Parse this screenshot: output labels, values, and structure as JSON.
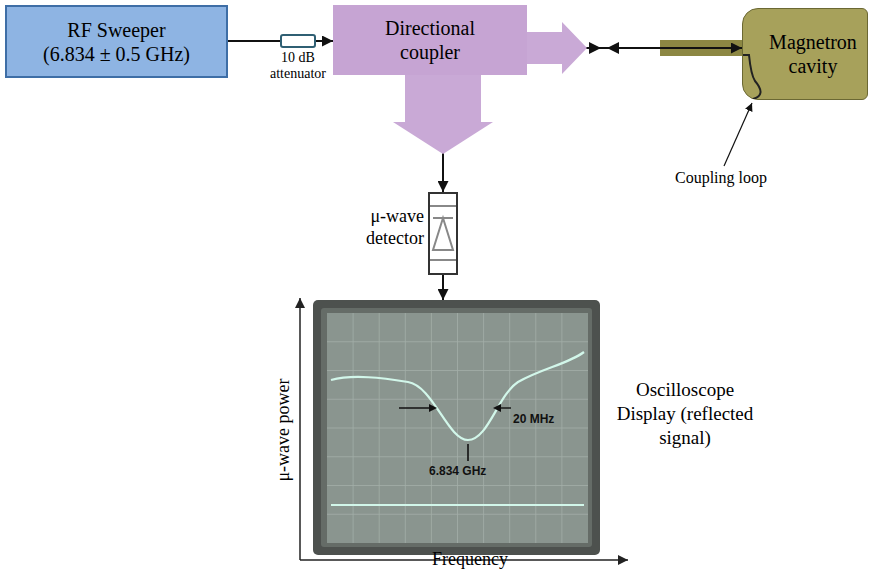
{
  "diagram": {
    "nodes": [
      {
        "text": [
          "RF Sweeper (6.834 ± 0.5 GHz)"
        ]
      },
      {
        "text": [
          "10 dB attenuator"
        ]
      },
      {
        "text": [
          "Directional coupler"
        ]
      },
      {
        "text": [
          "Magnetron cavity"
        ]
      },
      {
        "text": [
          "μ-wave detector"
        ]
      },
      {
        "text": [
          "20 MHz",
          "6.834 GHz",
          "Oscilloscope Display (reflected signal)"
        ]
      }
    ],
    "edges": [
      {
        "from": 0,
        "to": 1,
        "arrow": "none"
      },
      {
        "from": 1,
        "to": 2,
        "arrow": "to"
      },
      {
        "from": 2,
        "to": 3,
        "arrow": "to"
      },
      {
        "from": 2,
        "to": 4,
        "arrow": "to"
      },
      {
        "from": 4,
        "to": 5,
        "arrow": "to"
      }
    ],
    "labels": [
      "Coupling loop",
      "μ-wave power",
      "Frequency"
    ]
  }
}
